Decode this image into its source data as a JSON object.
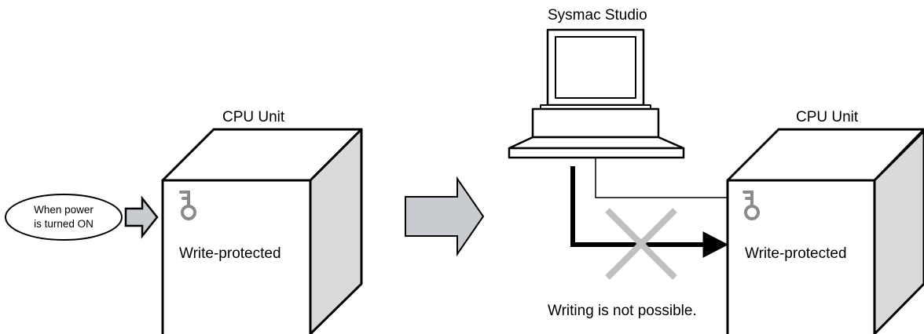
{
  "left_unit": {
    "title": "CPU Unit",
    "status": "Write-protected",
    "icon": "key-icon"
  },
  "power_callout": {
    "line1": "When power",
    "line2": "is turned ON"
  },
  "computer": {
    "title": "Sysmac Studio",
    "icon": "laptop-icon"
  },
  "right_unit": {
    "title": "CPU Unit",
    "status": "Write-protected",
    "icon": "key-icon"
  },
  "blocked_write": {
    "caption": "Writing is not possible.",
    "icon": "cross-icon"
  },
  "colors": {
    "line": "#000000",
    "fill_gray": "#d9d9d9",
    "arrow_gray": "#c8cbcf",
    "cross_gray": "#c0c0c0",
    "key_gray": "#8a8a8a"
  }
}
